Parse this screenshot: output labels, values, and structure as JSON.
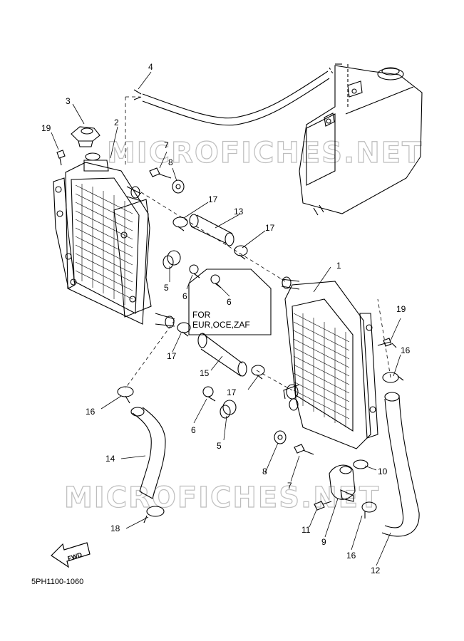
{
  "watermark": "MICROFICHES.NET",
  "diagram_code": "5PH1100-1060",
  "fwd_label": "FWD",
  "note_box": {
    "line1": "FOR",
    "line2": "EUR,OCE,ZAF"
  },
  "callouts": [
    {
      "id": "c1",
      "label": "1"
    },
    {
      "id": "c2",
      "label": "2"
    },
    {
      "id": "c3",
      "label": "3"
    },
    {
      "id": "c4",
      "label": "4"
    },
    {
      "id": "c5a",
      "label": "5"
    },
    {
      "id": "c5b",
      "label": "5"
    },
    {
      "id": "c6a",
      "label": "6"
    },
    {
      "id": "c6b",
      "label": "6"
    },
    {
      "id": "c6c",
      "label": "6"
    },
    {
      "id": "c7a",
      "label": "7"
    },
    {
      "id": "c7b",
      "label": "7"
    },
    {
      "id": "c8a",
      "label": "8"
    },
    {
      "id": "c8b",
      "label": "8"
    },
    {
      "id": "c9",
      "label": "9"
    },
    {
      "id": "c10",
      "label": "10"
    },
    {
      "id": "c11",
      "label": "11"
    },
    {
      "id": "c12",
      "label": "12"
    },
    {
      "id": "c13",
      "label": "13"
    },
    {
      "id": "c14",
      "label": "14"
    },
    {
      "id": "c15",
      "label": "15"
    },
    {
      "id": "c16a",
      "label": "16"
    },
    {
      "id": "c16b",
      "label": "16"
    },
    {
      "id": "c16c",
      "label": "16"
    },
    {
      "id": "c17a",
      "label": "17"
    },
    {
      "id": "c17b",
      "label": "17"
    },
    {
      "id": "c17c",
      "label": "17"
    },
    {
      "id": "c17d",
      "label": "17"
    },
    {
      "id": "c18",
      "label": "18"
    },
    {
      "id": "c19a",
      "label": "19"
    },
    {
      "id": "c19b",
      "label": "19"
    }
  ]
}
